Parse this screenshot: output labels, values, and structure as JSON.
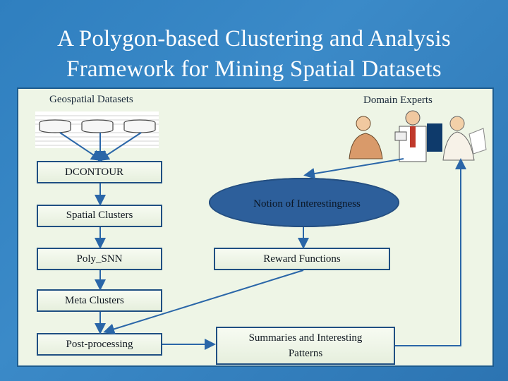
{
  "title": "A Polygon-based Clustering and Analysis Framework for Mining Spatial Datasets",
  "labels": {
    "geospatial": "Geospatial Datasets",
    "experts": "Domain Experts"
  },
  "nodes": {
    "dcontour": "DCONTOUR",
    "spatial_clusters": "Spatial Clusters",
    "poly_snn": "Poly_SNN",
    "meta_clusters": "Meta Clusters",
    "post_processing": "Post-processing",
    "interestingness": "Notion of Interestingness",
    "reward": "Reward Functions",
    "summaries": "Summaries and Interesting Patterns"
  },
  "colors": {
    "background": "#3381c0",
    "panel": "#eef5e6",
    "box_border": "#1f4f82",
    "ellipse_fill": "#2d5f9b",
    "arrow": "#2a66a8"
  }
}
